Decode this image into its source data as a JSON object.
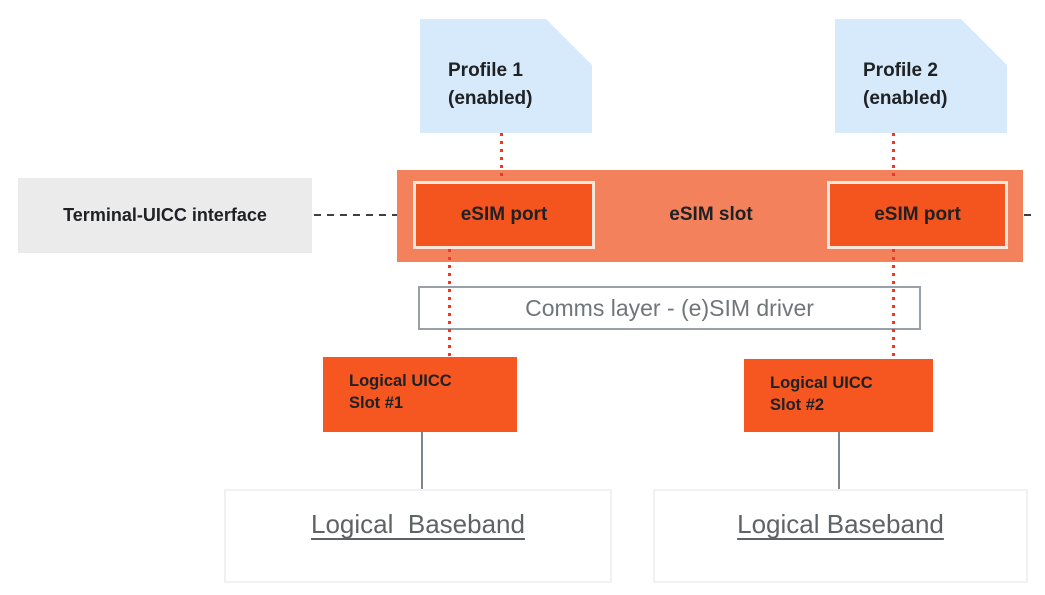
{
  "diagram": {
    "profiles": [
      {
        "title": "Profile 1",
        "subtitle": "(enabled)"
      },
      {
        "title": "Profile 2",
        "subtitle": "(enabled)"
      }
    ],
    "terminal_interface_label": "Terminal-UICC interface",
    "esim_slot": {
      "label": "eSIM slot",
      "ports": [
        {
          "label": "eSIM port"
        },
        {
          "label": "eSIM port"
        }
      ]
    },
    "comms_layer_label": "Comms layer - (e)SIM driver",
    "uicc_slots": [
      {
        "line1": "Logical UICC",
        "line2": "Slot #1"
      },
      {
        "line1": "Logical UICC",
        "line2": "Slot #2"
      }
    ],
    "basebands": [
      {
        "label": "Logical  Baseband"
      },
      {
        "label": "Logical Baseband"
      }
    ],
    "colors": {
      "profile_fill": "#D6EAFB",
      "terminal_fill": "#EBEBEB",
      "slot_fill": "#F3815C",
      "port_fill": "#F4541E",
      "port_border": "#FAE5DA",
      "uicc_fill": "#F6561F",
      "comms_border": "#9AA0A6",
      "comms_text": "#70757A",
      "baseband_border": "#F1F1F1",
      "baseband_text": "#5F6368",
      "dotted_red": "#EA3829",
      "dashed_gray": "#3C4043",
      "connector_gray": "#80868B",
      "text_dark": "#202124"
    }
  }
}
